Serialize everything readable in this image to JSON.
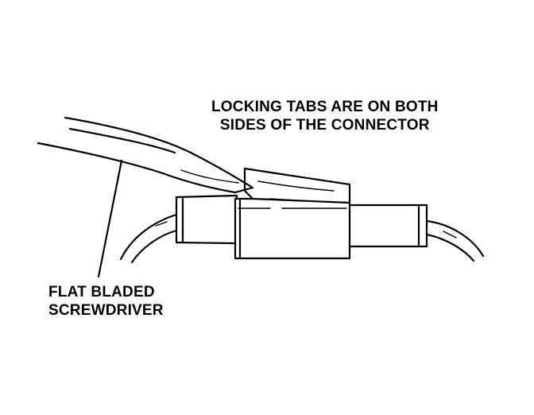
{
  "labels": {
    "locking_tabs_line1": "LOCKING TABS ARE ON BOTH",
    "locking_tabs_line2": "SIDES OF THE CONNECTOR",
    "screwdriver_line1": "FLAT BLADED",
    "screwdriver_line2": "SCREWDRIVER"
  },
  "colors": {
    "ink": "#000000",
    "background": "#ffffff"
  }
}
